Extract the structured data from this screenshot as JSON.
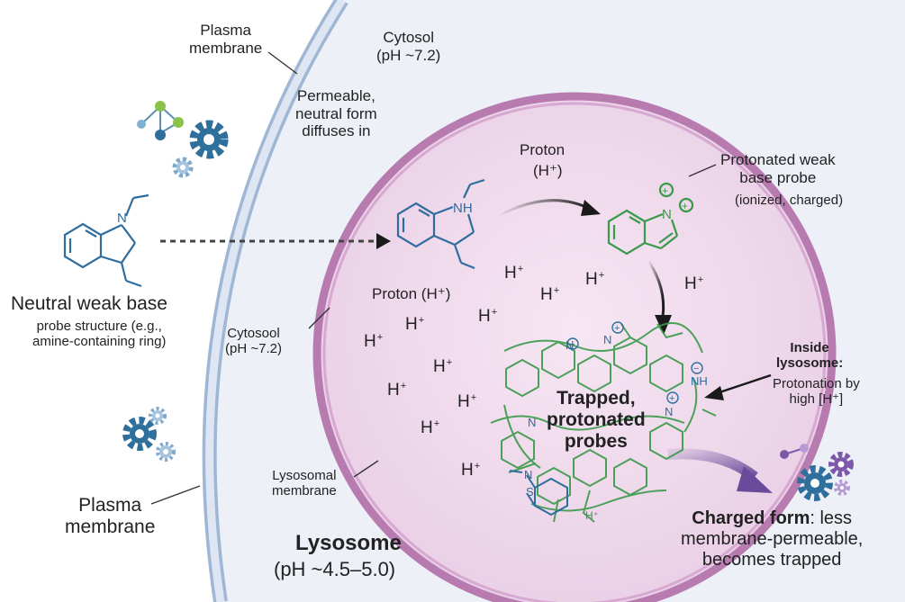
{
  "labels": {
    "plasma_membrane_top": "Plasma\nmembrane",
    "cytosol_top": "Cytosol\n(pH ~7.2)",
    "permeable": "Permeable,\nneutral form\ndiffuses in",
    "neutral_title": "Neutral weak base",
    "neutral_desc": "probe structure (e.g.,\namine-containing ring)",
    "cytosool": "Cytosool\n(pH ~7.2)",
    "proton_top": "Proton",
    "proton_top_sym": "(H⁺)",
    "proton_inside": "Proton (H⁺)",
    "protonated_title": "Protonated weak\nbase probe",
    "protonated_desc": "(ionized, charged)",
    "inside_title": "Inside\nlysosome:",
    "inside_desc": "Protonation by\nhigh [H⁺]",
    "trapped": "Trapped,\nprotonated\nprobes",
    "lysosomal_membrane": "Lysosomal\nmembrane",
    "plasma_membrane_bottom": "Plasma\nmembrane",
    "lysosome_title": "Lysosome",
    "lysosome_ph": "(pH ~4.5–5.0)",
    "charged_bold": "Charged form",
    "charged_rest": ": less\nmembrane-permeable,\nbecomes trapped"
  },
  "ions": {
    "symbol": "H",
    "charge": "+"
  },
  "molecule_text": {
    "nh": "NH",
    "n": "N",
    "plus": "+",
    "minus": "−",
    "nh_plus": "NH",
    "s": "S",
    "h_plus": "H⁺"
  },
  "icons": [
    "network-node-icon",
    "gear-icon",
    "gear-icon",
    "gear-icon",
    "network-node-icon"
  ],
  "colors": {
    "membrane_outer": "#9fb7d4",
    "membrane_inner": "#dfe6f3",
    "cytosol_bg": "#eef0f8",
    "lysosome_fill": "#f1dbee",
    "lysosome_ring": "#b77bb0",
    "molecule_blue": "#2f6d9e",
    "molecule_green": "#3a9a4a",
    "arrow_purple": "#7a5aa8",
    "gear_blue": "#2f6f9b",
    "gear_purple": "#7e58a8",
    "node_green": "#8bc34a"
  }
}
